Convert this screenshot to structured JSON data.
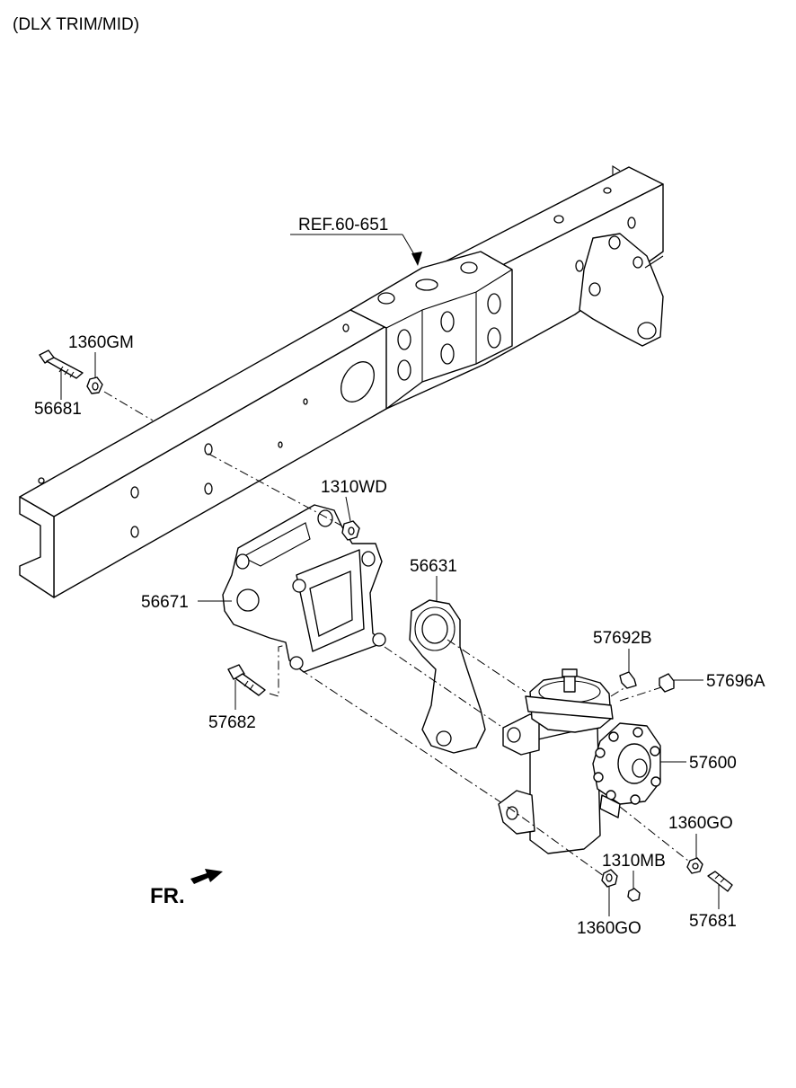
{
  "header": {
    "title": "(DLX TRIM/MID)"
  },
  "ref_label": "REF.60-651",
  "direction_label": "FR.",
  "parts": {
    "p1360GM": "1360GM",
    "p56681": "56681",
    "p1310WD": "1310WD",
    "p56671": "56671",
    "p56631": "56631",
    "p57682": "57682",
    "p57692B": "57692B",
    "p57696A": "57696A",
    "p57600": "57600",
    "p1360GO_right": "1360GO",
    "p1310MB": "1310MB",
    "p1360GO_bottom": "1360GO",
    "p57681": "57681"
  }
}
